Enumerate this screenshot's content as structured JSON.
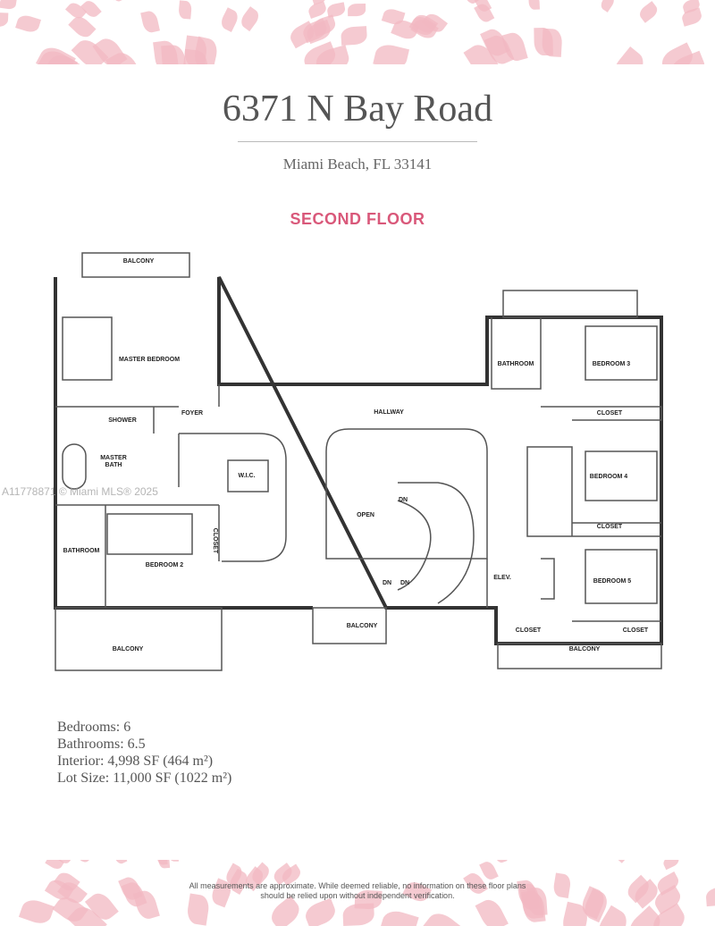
{
  "header": {
    "title": "6371 N Bay Road",
    "subtitle": "Miami Beach, FL 33141",
    "floor_label": "SECOND FLOOR"
  },
  "colors": {
    "accent": "#d9587a",
    "floral": "#f2b8c2"
  },
  "plan_labels": [
    {
      "id": "balcony-top",
      "text": "BALCONY"
    },
    {
      "id": "master-bedroom",
      "text": "MASTER BEDROOM"
    },
    {
      "id": "shower",
      "text": "SHOWER"
    },
    {
      "id": "foyer",
      "text": "FOYER"
    },
    {
      "id": "hallway",
      "text": "HALLWAY"
    },
    {
      "id": "master-bath",
      "text": "MASTER BATH"
    },
    {
      "id": "wic",
      "text": "W.I.C."
    },
    {
      "id": "open",
      "text": "OPEN"
    },
    {
      "id": "dn-1",
      "text": "DN"
    },
    {
      "id": "dn-2",
      "text": "DN"
    },
    {
      "id": "dn-3",
      "text": "DN"
    },
    {
      "id": "bathroom-right",
      "text": "BATHROOM"
    },
    {
      "id": "bedroom-3",
      "text": "BEDROOM 3"
    },
    {
      "id": "closet-3",
      "text": "CLOSET"
    },
    {
      "id": "bedroom-4",
      "text": "BEDROOM 4"
    },
    {
      "id": "closet-4",
      "text": "CLOSET"
    },
    {
      "id": "elev",
      "text": "ELEV."
    },
    {
      "id": "bedroom-5",
      "text": "BEDROOM 5"
    },
    {
      "id": "closet-5a",
      "text": "CLOSET"
    },
    {
      "id": "closet-5b",
      "text": "CLOSET"
    },
    {
      "id": "balcony-right",
      "text": "BALCONY"
    },
    {
      "id": "balcony-center",
      "text": "BALCONY"
    },
    {
      "id": "balcony-left",
      "text": "BALCONY"
    },
    {
      "id": "bathroom-left",
      "text": "BATHROOM"
    },
    {
      "id": "bedroom-2",
      "text": "BEDROOM 2"
    },
    {
      "id": "closet-2",
      "text": "CLOSET"
    }
  ],
  "watermark": "A11778871 © Miami MLS® 2025",
  "facts": [
    "Bedrooms: 6",
    "Bathrooms: 6.5",
    "Interior: 4,998 SF (464 m²)",
    "Lot Size: 11,000 SF (1022 m²)"
  ],
  "disclaimer": [
    "All measurements are approximate. While deemed reliable, no information on these floor plans",
    "should be relied upon without independent verification."
  ]
}
